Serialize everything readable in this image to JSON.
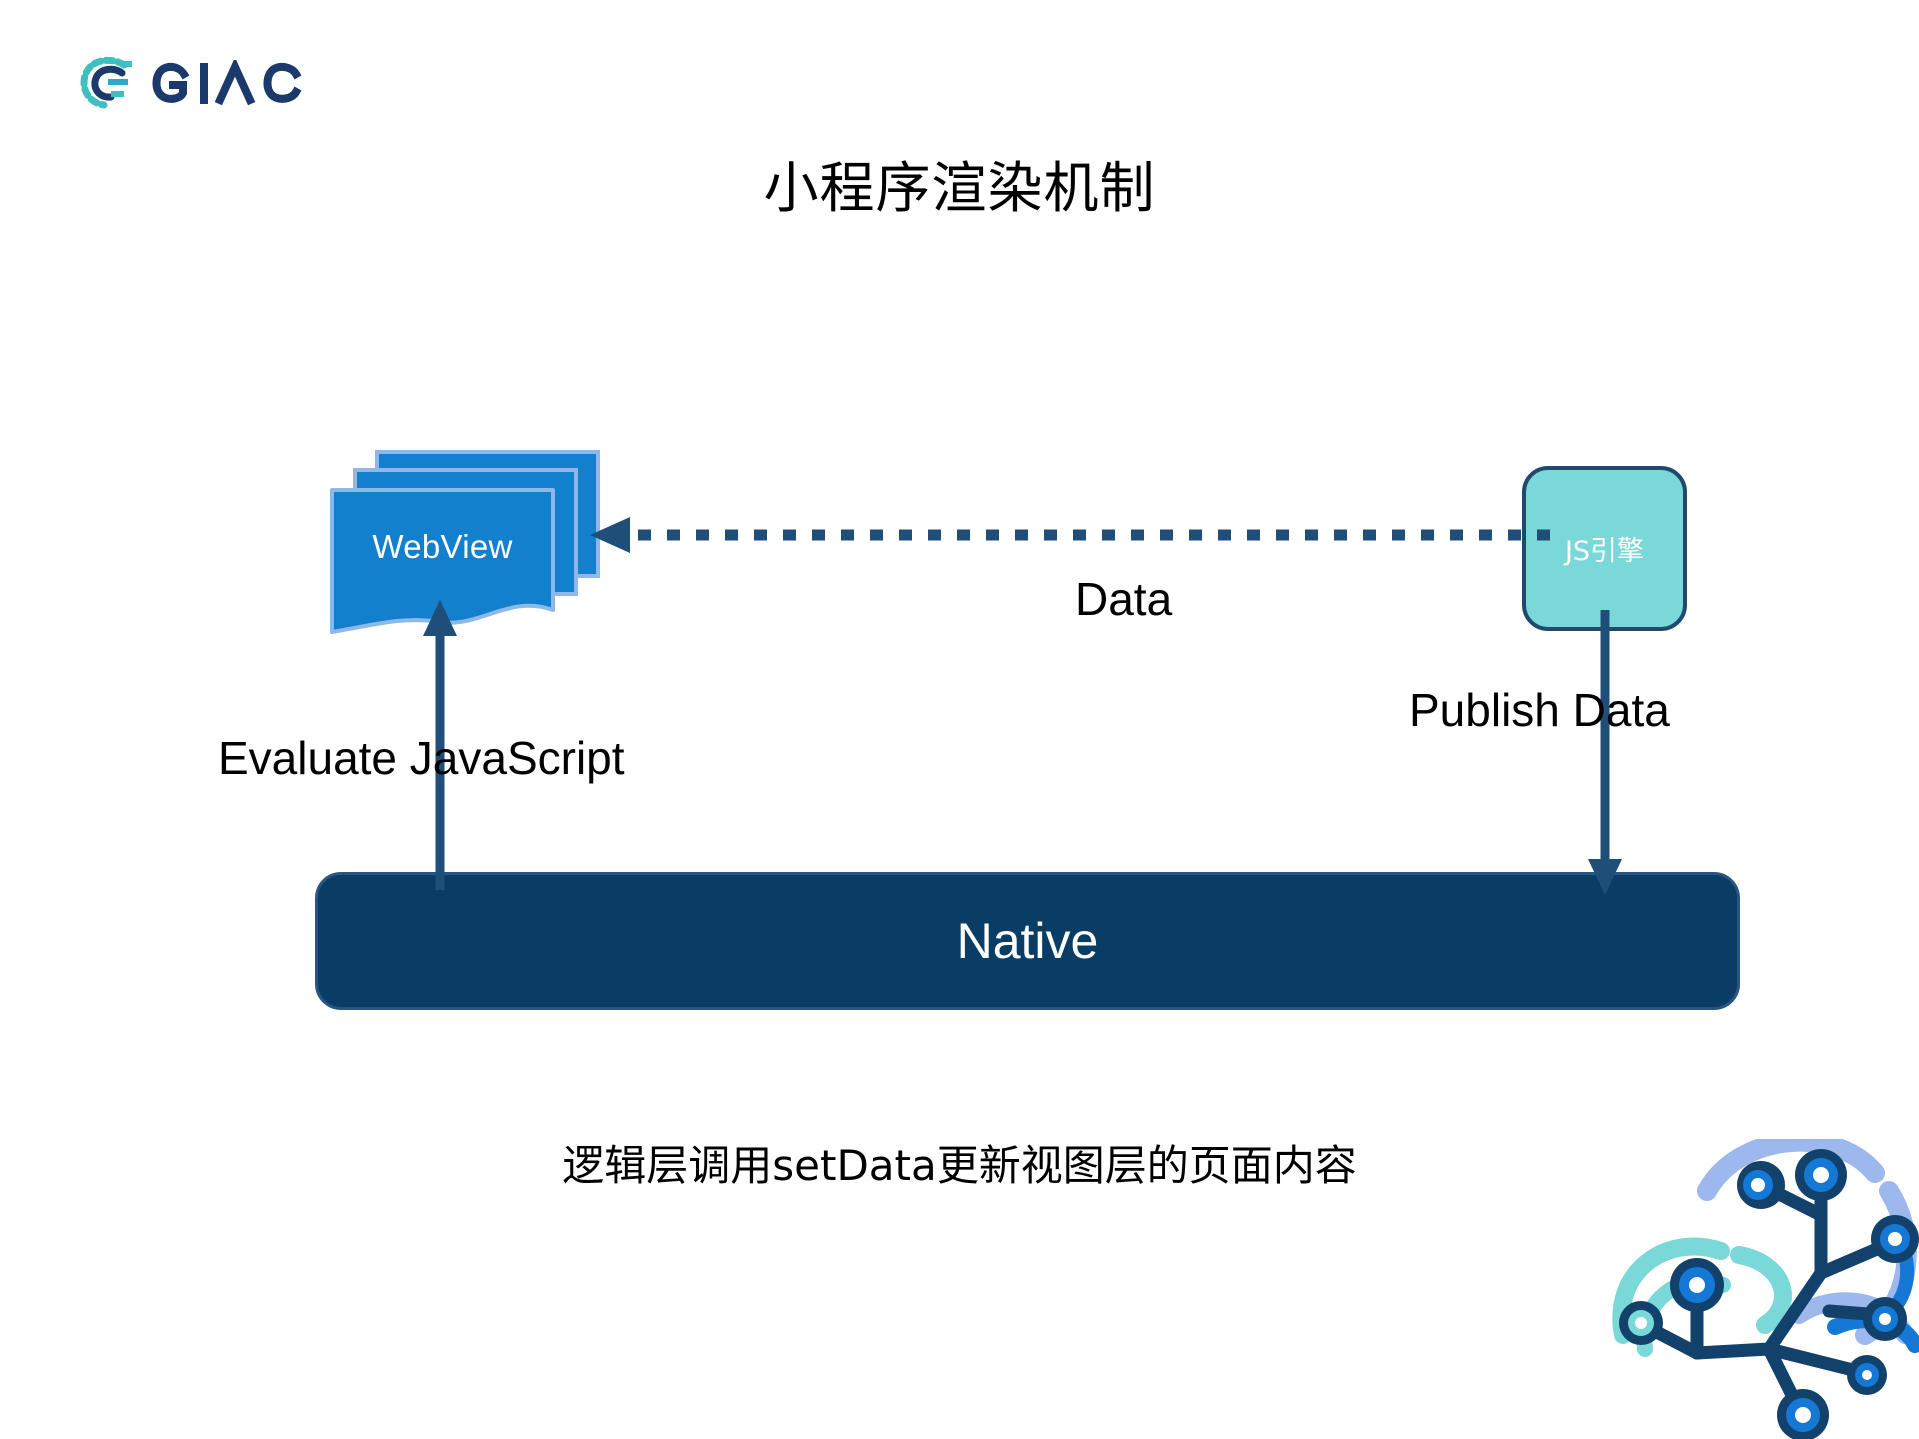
{
  "slide": {
    "background_color": "#ffffff",
    "title": "小程序渲染机制",
    "caption": "逻辑层调用setData更新视图层的页面内容"
  },
  "brand": {
    "logo_name": "GIAC",
    "logo_wordmark": "GIAC",
    "mark_colors": [
      "#3FBFBF",
      "#1B3A6B",
      "#2EA8C4"
    ],
    "word_color": "#1B3A6B"
  },
  "diagram": {
    "nodes": [
      {
        "id": "webview",
        "label": "WebView",
        "shape": "stacked-documents",
        "fill": "#1380CE",
        "border": "#8FB8E8",
        "text_color": "#ffffff"
      },
      {
        "id": "js-engine",
        "label": "JS引擎",
        "shape": "rounded-rect",
        "fill": "#7BD8D8",
        "border": "#20496E",
        "text_color": "#ffffff"
      },
      {
        "id": "native",
        "label": "Native",
        "shape": "rounded-bar",
        "fill": "#0A3D66",
        "border": "#2A5580",
        "text_color": "#ffffff"
      }
    ],
    "connectors": [
      {
        "id": "data",
        "label": "Data",
        "from": "js-engine",
        "to": "webview",
        "style": "dotted",
        "direction": "left",
        "color": "#1F4E79"
      },
      {
        "id": "publish-data",
        "label": "Publish Data",
        "from": "js-engine",
        "to": "native",
        "style": "solid",
        "direction": "down",
        "color": "#1F4E79"
      },
      {
        "id": "evaluate-javascript",
        "label": "Evaluate JavaScript",
        "from": "native",
        "to": "webview",
        "style": "solid",
        "direction": "up",
        "color": "#1F4E79"
      }
    ]
  },
  "decoration": {
    "name": "network-nodes-graphic",
    "colors": [
      "#12426B",
      "#1478D4",
      "#9DB8EC",
      "#7BD8D8"
    ]
  }
}
